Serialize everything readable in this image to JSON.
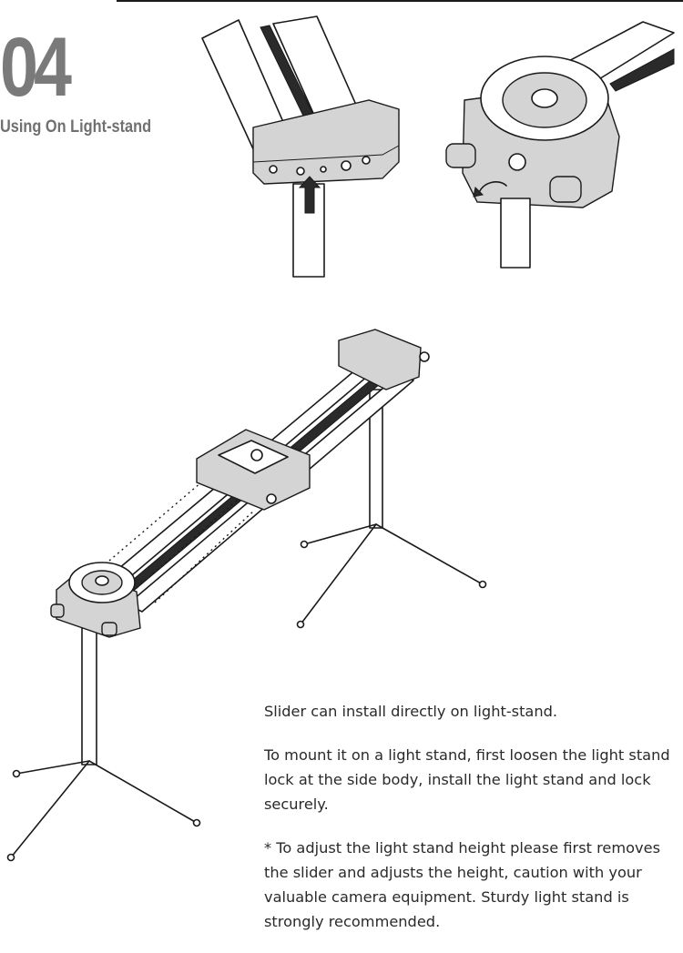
{
  "header": {
    "step_number": "04",
    "section_title": "Using On Light-stand"
  },
  "instructions": {
    "intro": "Slider can install directly on light-stand.",
    "mount_steps": "To mount it on a light stand, first loosen the light stand lock at the side body, install the light stand and lock securely.",
    "caution_note": "* To adjust the light stand height please first removes the slider and adjusts the height, caution with your valuable camera equipment. Sturdy light stand is strongly recommended."
  },
  "illustrations": {
    "insert_arrow_icon": "up-arrow-icon",
    "lock_rotate_icon": "rotate-arrow-icon"
  }
}
